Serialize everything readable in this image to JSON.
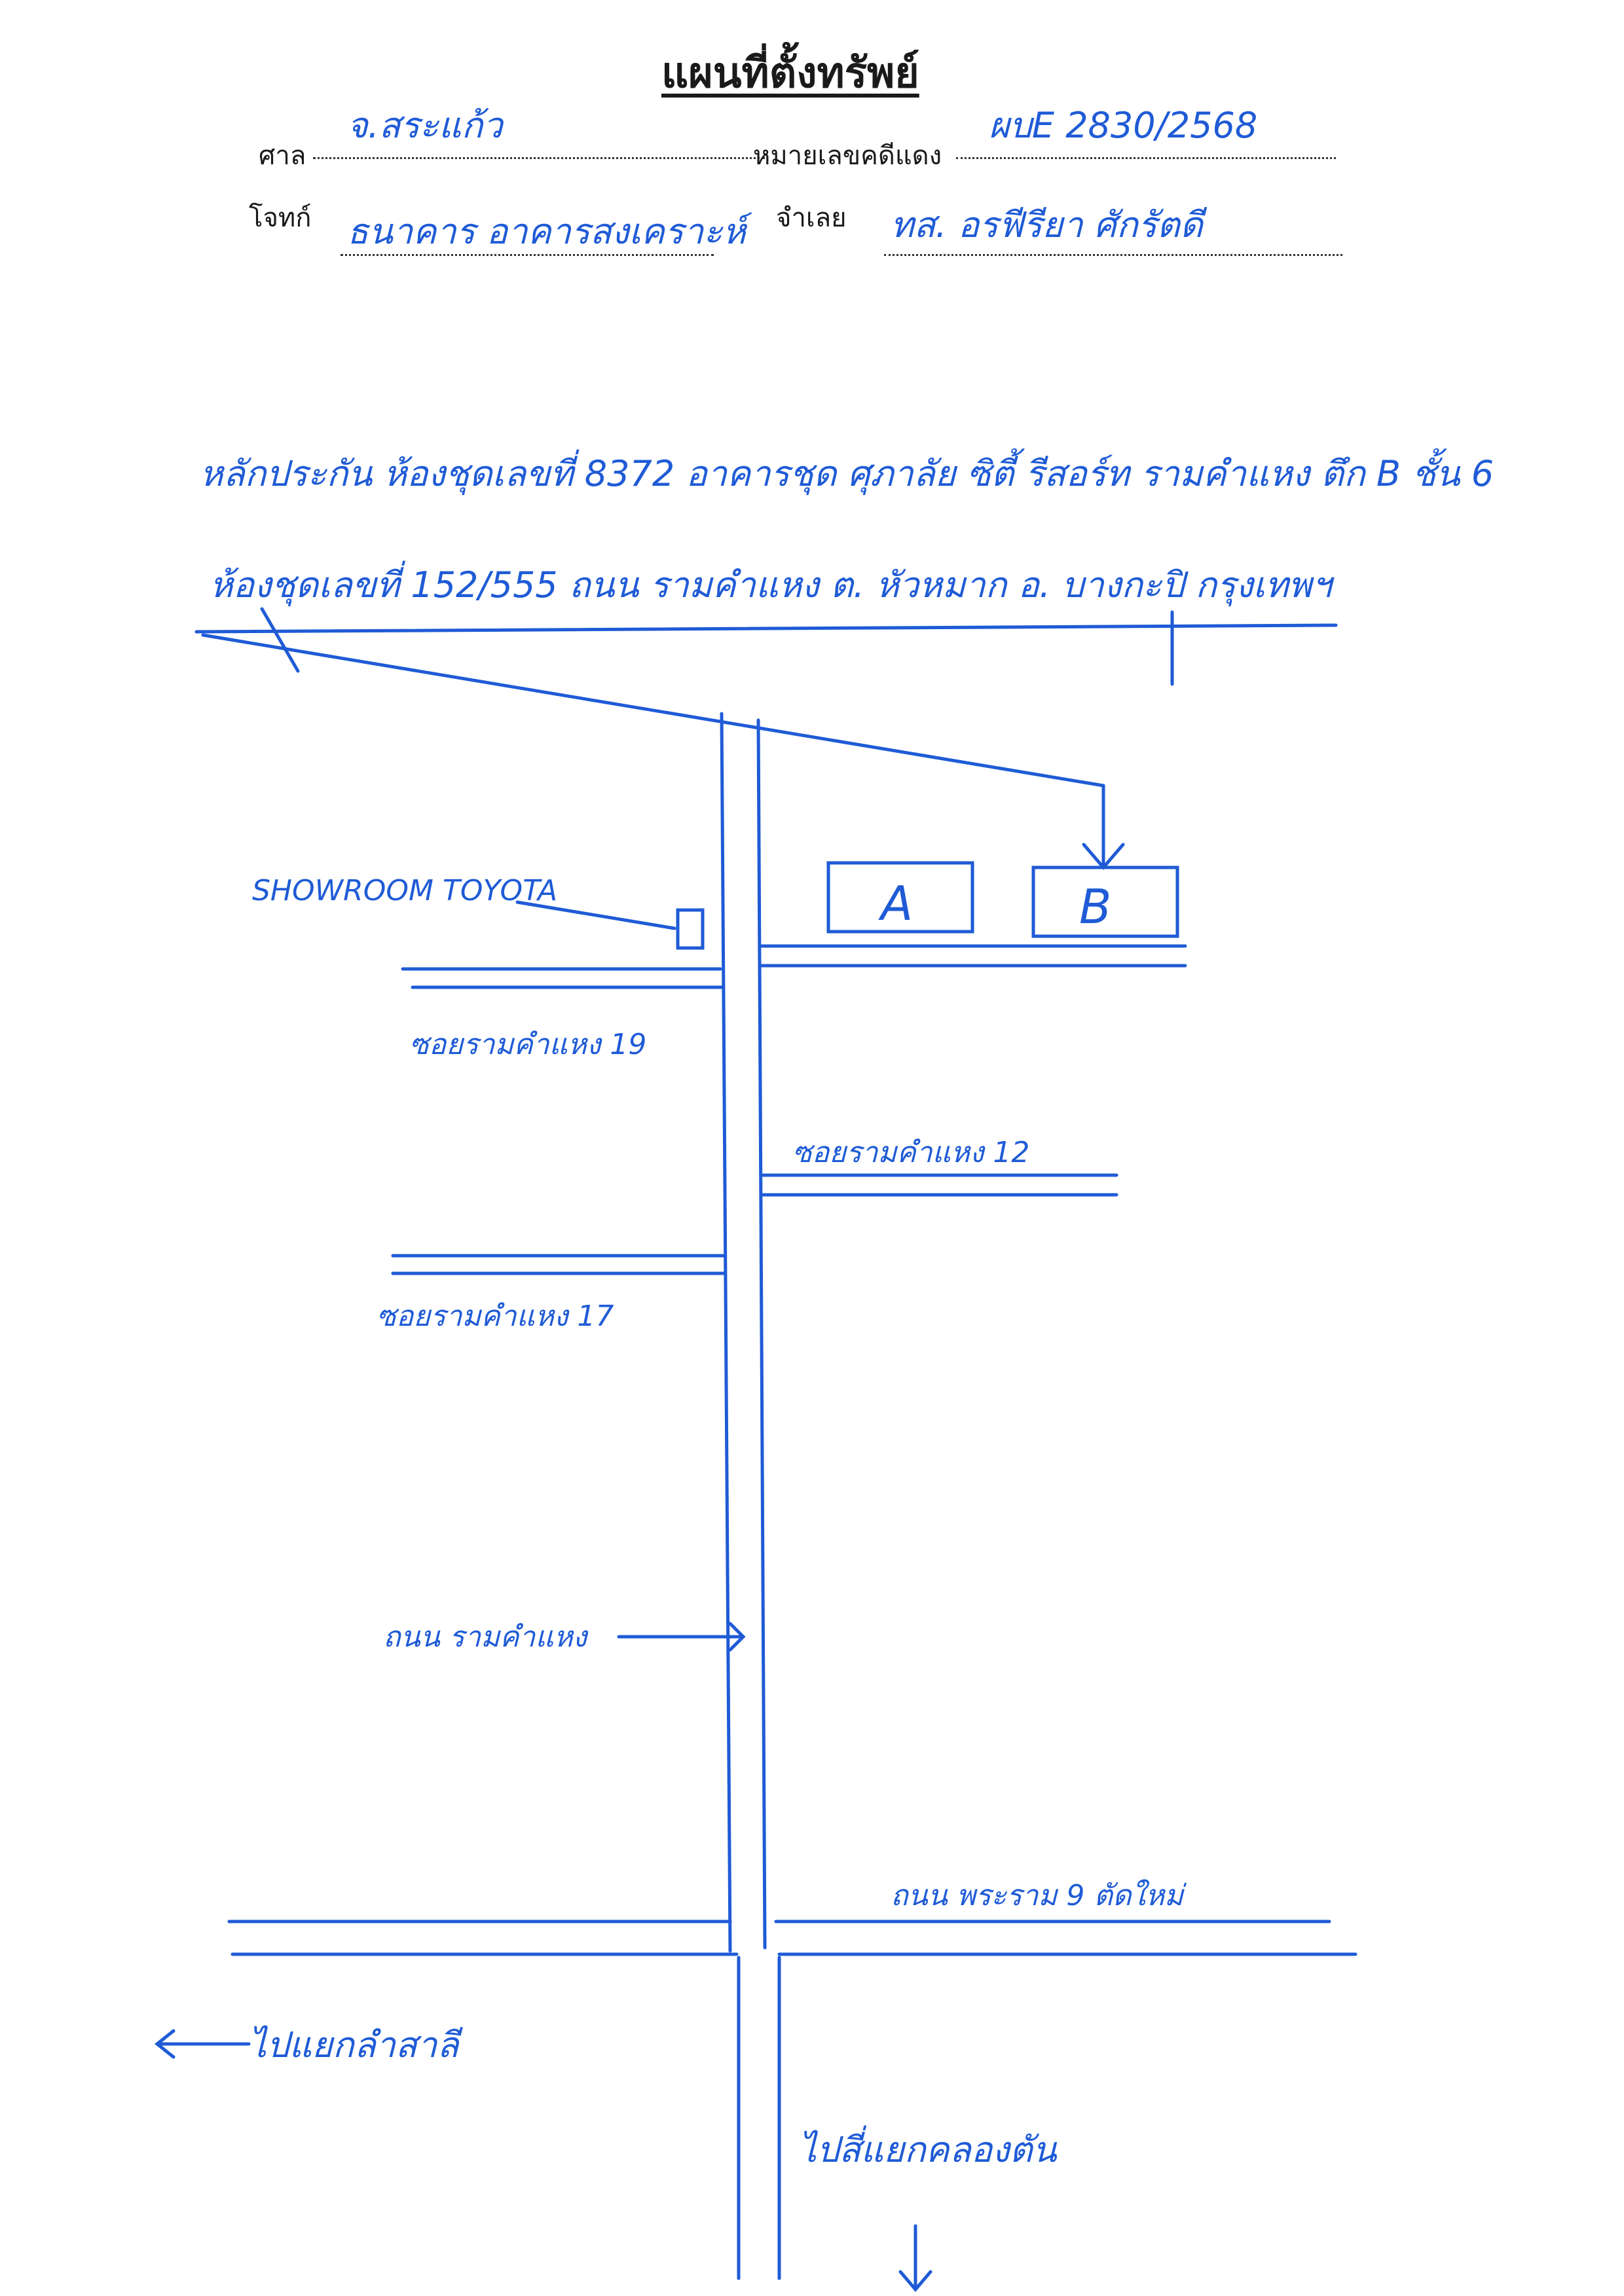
{
  "header": {
    "title": "แผนที่ตั้งทรัพย์",
    "court_label": "ศาล",
    "court_value": "จ.สระแก้ว",
    "case_label": "หมายเลขคดีแดง",
    "case_value": "ผบE 2830/2568",
    "plaintiff_label": "โจทก์",
    "plaintiff_value": "ธนาคาร อาคารสงเคราะห์",
    "defendant_label": "จำเลย",
    "defendant_value": "ทส. อรฟีรียา ศักรัตดี"
  },
  "property": {
    "line1": "หลักประกัน ห้องชุดเลขที่ 8372 อาคารชุด ศุภาลัย ซิตี้ รีสอร์ท รามคำแหง ตึก B ชั้น 6",
    "line2": "ห้องชุดเลขที่ 152/555 ถนน รามคำแหง ต. หัวหมาก อ. บางกะปิ กรุงเทพฯ"
  },
  "map": {
    "landmark_showroom": "SHOWROOM TOYOTA",
    "building_a": "A",
    "building_b": "B",
    "soi_19": "ซอยรามคำแหง 19",
    "soi_12": "ซอยรามคำแหง 12",
    "soi_17": "ซอยรามคำแหง 17",
    "road_ramkhamhaeng": "ถนน รามคำแหง",
    "road_rama9": "ถนน พระราม 9 ตัดใหม่",
    "to_left": "ไปแยกลำสาลี",
    "to_down": "ไปสี่แยกคลองตัน"
  },
  "colors": {
    "ink": "#1f5bd6",
    "print": "#1a1a1a"
  }
}
